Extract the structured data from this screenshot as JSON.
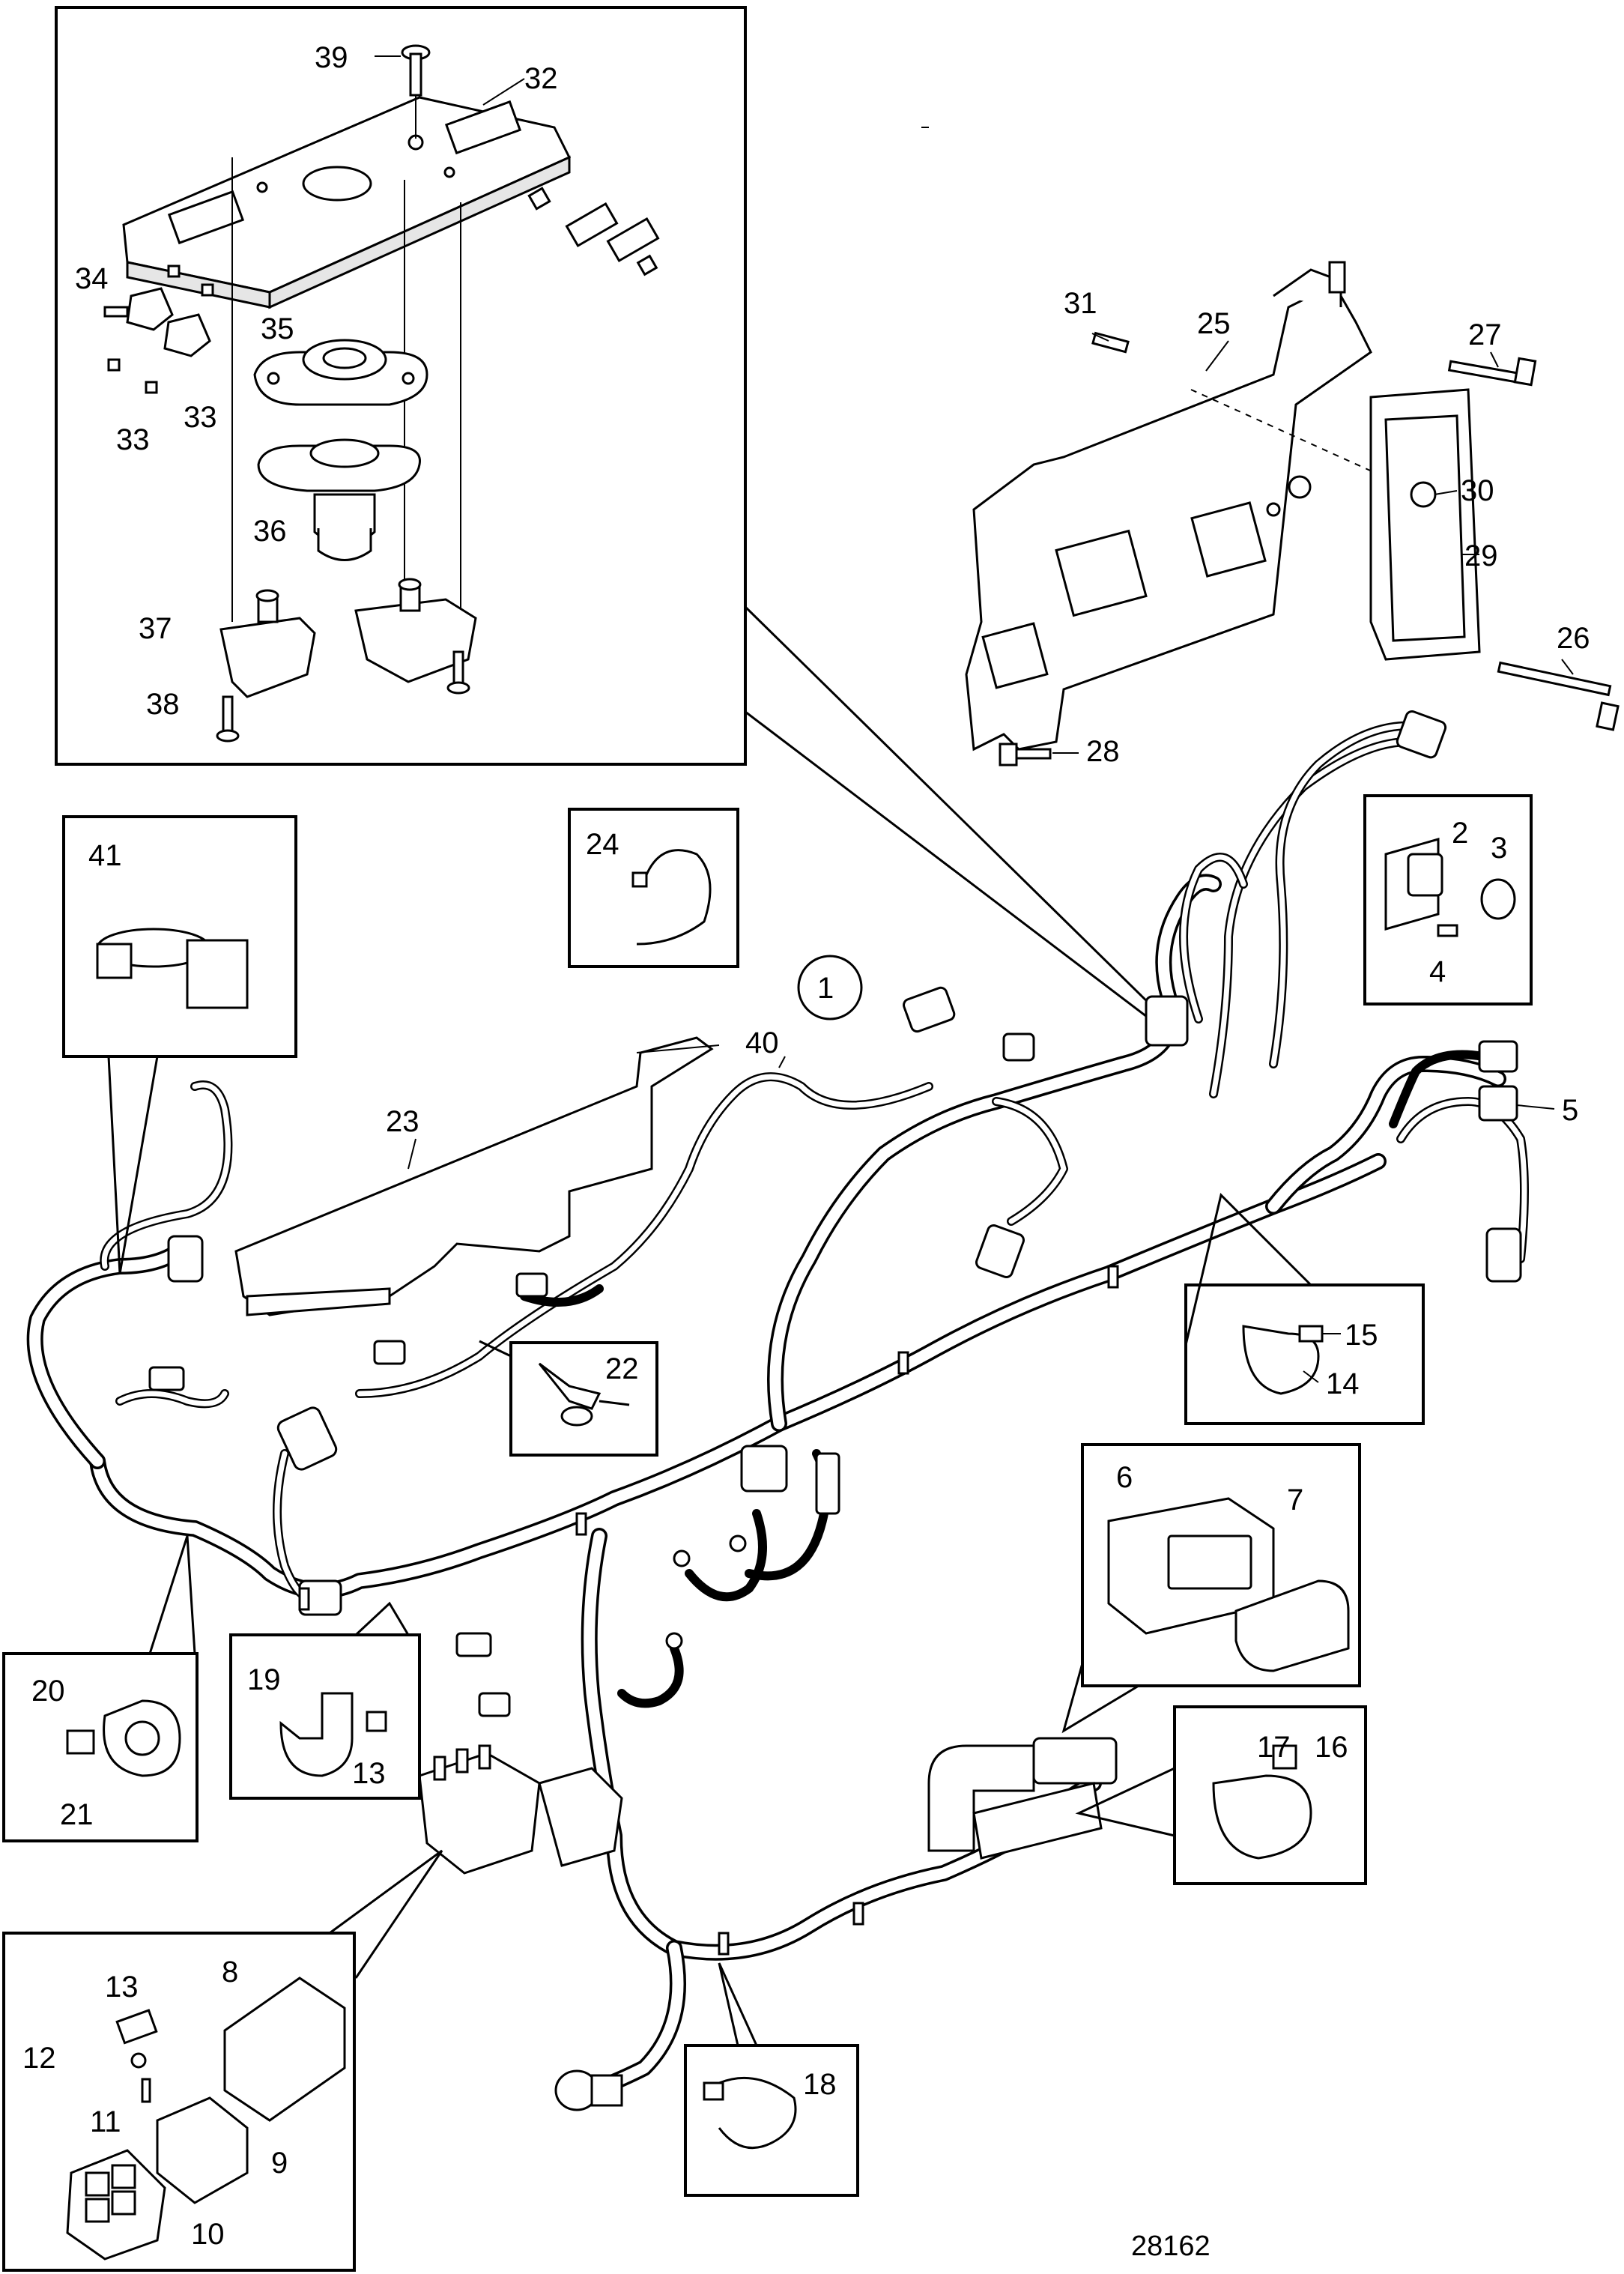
{
  "drawing_number": "28162",
  "assembly_marker": "1",
  "callouts": {
    "c2": "2",
    "c3": "3",
    "c4": "4",
    "c5": "5",
    "c6": "6",
    "c7": "7",
    "c8": "8",
    "c9": "9",
    "c10": "10",
    "c11": "11",
    "c12": "12",
    "c13a": "13",
    "c13b": "13",
    "c14": "14",
    "c15": "15",
    "c16": "16",
    "c17": "17",
    "c18": "18",
    "c19": "19",
    "c20": "20",
    "c21": "21",
    "c22": "22",
    "c23": "23",
    "c24": "24",
    "c25": "25",
    "c26": "26",
    "c27": "27",
    "c28": "28",
    "c29": "29",
    "c30": "30",
    "c31": "31",
    "c32": "32",
    "c33a": "33",
    "c33b": "33",
    "c34": "34",
    "c35": "35",
    "c36": "36",
    "c37": "37",
    "c38": "38",
    "c39": "39",
    "c40": "40",
    "c41": "41"
  }
}
